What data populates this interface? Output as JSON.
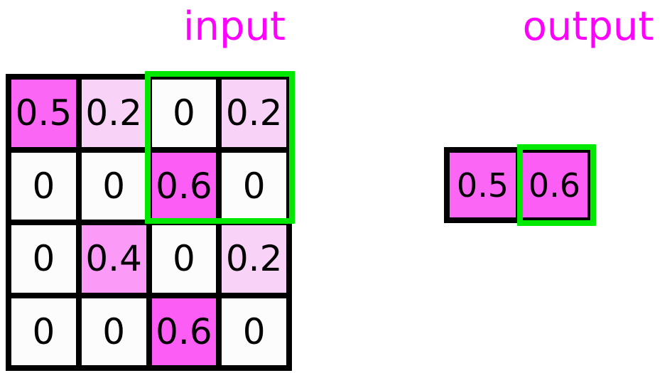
{
  "labels": {
    "input": "input",
    "output": "output"
  },
  "colors": {
    "label_color": "#ff00ff",
    "highlight_color": "#00e800",
    "grid_line_color": "#000000",
    "value_0": "#fcfcfd",
    "value_0_2": "#f9d2f8",
    "value_0_4": "#fb9bf7",
    "value_0_5": "#fc66f5",
    "value_0_6": "#fc5df4"
  },
  "input_grid": {
    "rows": 4,
    "cols": 4,
    "cells": [
      {
        "value": "0.5",
        "color": "#fc66f5"
      },
      {
        "value": "0.2",
        "color": "#f9d2f8"
      },
      {
        "value": "0",
        "color": "#fcfcfd"
      },
      {
        "value": "0.2",
        "color": "#f9d2f8"
      },
      {
        "value": "0",
        "color": "#fcfcfd"
      },
      {
        "value": "0",
        "color": "#fcfcfd"
      },
      {
        "value": "0.6",
        "color": "#fc5df4"
      },
      {
        "value": "0",
        "color": "#fcfcfd"
      },
      {
        "value": "0",
        "color": "#fcfcfd"
      },
      {
        "value": "0.4",
        "color": "#fb9bf7"
      },
      {
        "value": "0",
        "color": "#fcfcfd"
      },
      {
        "value": "0.2",
        "color": "#f9d2f8"
      },
      {
        "value": "0",
        "color": "#fcfcfd"
      },
      {
        "value": "0",
        "color": "#fcfcfd"
      },
      {
        "value": "0.6",
        "color": "#fc5df4"
      },
      {
        "value": "0",
        "color": "#fcfcfd"
      }
    ]
  },
  "output_grid": {
    "rows": 1,
    "cols": 2,
    "cells": [
      {
        "value": "0.5",
        "color": "#fc66f5"
      },
      {
        "value": "0.6",
        "color": "#fc5df4"
      }
    ]
  },
  "chart_data": {
    "type": "heatmap",
    "title": "input",
    "xlabel": "",
    "ylabel": "",
    "grid": true,
    "legend": "none",
    "panels": [
      {
        "name": "input",
        "shape": [
          4,
          4
        ],
        "matrix": [
          [
            0.5,
            0.2,
            0.0,
            0.2
          ],
          [
            0.0,
            0.0,
            0.6,
            0.0
          ],
          [
            0.0,
            0.4,
            0.0,
            0.2
          ],
          [
            0.0,
            0.0,
            0.6,
            0.0
          ]
        ],
        "annotation": {
          "type": "highlight-box",
          "color": "#00e800",
          "rows": [
            0,
            1
          ],
          "cols": [
            2,
            3
          ]
        }
      },
      {
        "name": "output",
        "shape": [
          1,
          2
        ],
        "matrix": [
          [
            0.5,
            0.6
          ]
        ],
        "annotation": {
          "type": "highlight-box",
          "color": "#00e800",
          "rows": [
            0,
            0
          ],
          "cols": [
            1,
            1
          ]
        }
      }
    ]
  }
}
